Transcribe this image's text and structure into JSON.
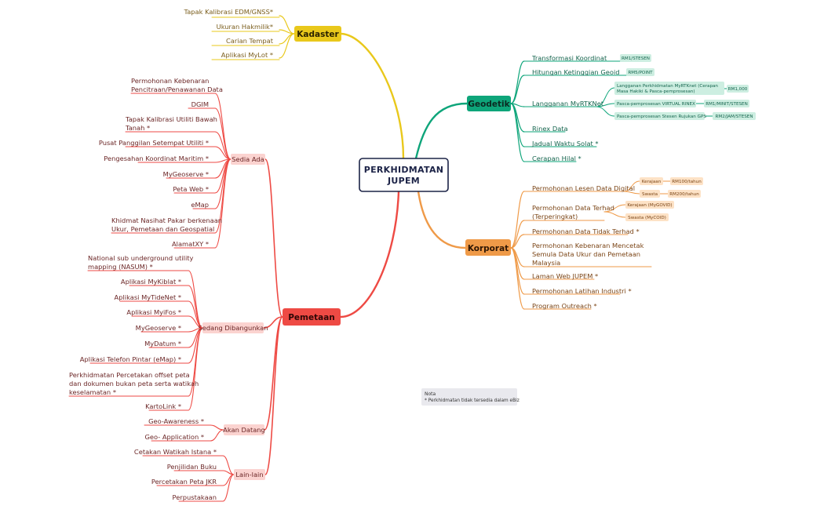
{
  "center": {
    "line1": "PERKHIDMATAN",
    "line2": "JUPEM"
  },
  "colors": {
    "kadaster": "#e9c81b",
    "kadaster_text": "#7a5d1c",
    "geodetik": "#0ea57a",
    "geodetik_text": "#15654e",
    "geodetik_tag": "#cdeee1",
    "korporat": "#ef9a48",
    "korporat_text": "#7b4516",
    "korporat_tag": "#fde2c6",
    "pemetaan": "#ee4a44",
    "pemetaan_text": "#6b2626",
    "pemetaan_sub": "#fbd3d0",
    "center_border": "#1c2347"
  },
  "kadaster": {
    "label": "Kadaster",
    "items": [
      "Tapak Kalibrasi EDM/GNSS*",
      "Ukuran Hakmilik*",
      "Carian Tempat",
      "Aplikasi MyLot *"
    ]
  },
  "geodetik": {
    "label": "Geodetik",
    "items": [
      {
        "label": "Transformasi Koordinat",
        "tag": "RM1/STESEN"
      },
      {
        "label": "Hitungan Ketinggian Geoid",
        "tag": "RM5/POINT"
      },
      {
        "label": "Langganan MyRTKNet",
        "subs": [
          {
            "label": "Langganan Perkhidmatan MyRTKnet (Cerapan Masa Hakiki & Pasca-pemprosesan)",
            "label_line1": "Langganan Perkhidmatan MyRTKnet (Cerapan",
            "label_line2": "Masa Hakiki & Pasca-pemprosesan)",
            "tag": "RM1,000"
          },
          {
            "label": "Pasca-pemprosesan VIRTUAL RINEX",
            "tag": "RM1/MINIT/STESEN"
          },
          {
            "label": "Pasca-pemprosesan Stesen Rujukan GPS",
            "tag": "RM2/JAM/STESEN"
          }
        ]
      },
      {
        "label": "Rinex Data"
      },
      {
        "label": "Jadual Waktu Solat *"
      },
      {
        "label": "Cerapan Hilal *"
      }
    ]
  },
  "korporat": {
    "label": "Korporat",
    "items": [
      {
        "label": "Permohonan Lesen Data Digital",
        "subs": [
          {
            "label": "Kerajaan",
            "tag": "RM100/tahun"
          },
          {
            "label": "Swasta",
            "tag": "RM200/tahun"
          }
        ]
      },
      {
        "label_line1": "Permohonan Data Terhad",
        "label_line2": "(Terperingkat)",
        "subs": [
          {
            "label": "Kerajaan (MyGOVID)"
          },
          {
            "label": "Swasta (MyCOID)"
          }
        ]
      },
      {
        "label": "Permohonan Data Tidak Terhad *"
      },
      {
        "label_line1": "Permohonan Kebenaran Mencetak",
        "label_line2": "Semula Data Ukur dan Pemetaan",
        "label_line3": "Malaysia"
      },
      {
        "label": "Laman Web JUPEM *"
      },
      {
        "label": "Permohonan Latihan Industri *"
      },
      {
        "label": "Program Outreach *"
      }
    ]
  },
  "pemetaan": {
    "label": "Pemetaan",
    "groups": [
      {
        "label": "Sedia Ada",
        "items": [
          [
            "Permohonan Kebenaran",
            "Pencitraan/Penawanan Data"
          ],
          [
            "DGIM"
          ],
          [
            "Tapak Kalibrasi Utiliti Bawah",
            "Tanah *"
          ],
          [
            "Pusat Panggilan Setempat Utiliti *"
          ],
          [
            "Pengesahan Koordinat Maritim *"
          ],
          [
            "MyGeoserve *"
          ],
          [
            "Peta Web *"
          ],
          [
            "eMap"
          ],
          [
            "Khidmat Nasihat Pakar berkenaan",
            "Ukur, Pemetaan dan Geospatial"
          ],
          [
            "AlamatXY *"
          ]
        ]
      },
      {
        "label": "Sedang Dibangunkan",
        "items": [
          [
            "National sub underground utility",
            "mapping (NASUM) *"
          ],
          [
            "Aplikasi MyKiblat *"
          ],
          [
            "Aplikasi MyTideNet *"
          ],
          [
            "Aplikasi MyiFos *"
          ],
          [
            "MyGeoserve *"
          ],
          [
            "MyDatum *"
          ],
          [
            "Aplikasi Telefon Pintar (eMap) *"
          ],
          [
            "Perkhidmatan Percetakan offset peta",
            "dan dokumen bukan peta serta watikah",
            "keselamatan *"
          ],
          [
            "KartoLink *"
          ]
        ]
      },
      {
        "label": "Akan Datang",
        "items": [
          [
            "Geo-Awareness *"
          ],
          [
            "Geo- Application *"
          ]
        ]
      },
      {
        "label": "Lain-lain",
        "items": [
          [
            "Cetakan Watikah Istana *"
          ],
          [
            "Penjilidan Buku"
          ],
          [
            "Percetakan Peta JKR"
          ],
          [
            "Perpustakaan"
          ]
        ]
      }
    ]
  },
  "note": {
    "title": "Nota",
    "body": "* Perkhidmatan tidak tersedia dalam eBiz"
  }
}
